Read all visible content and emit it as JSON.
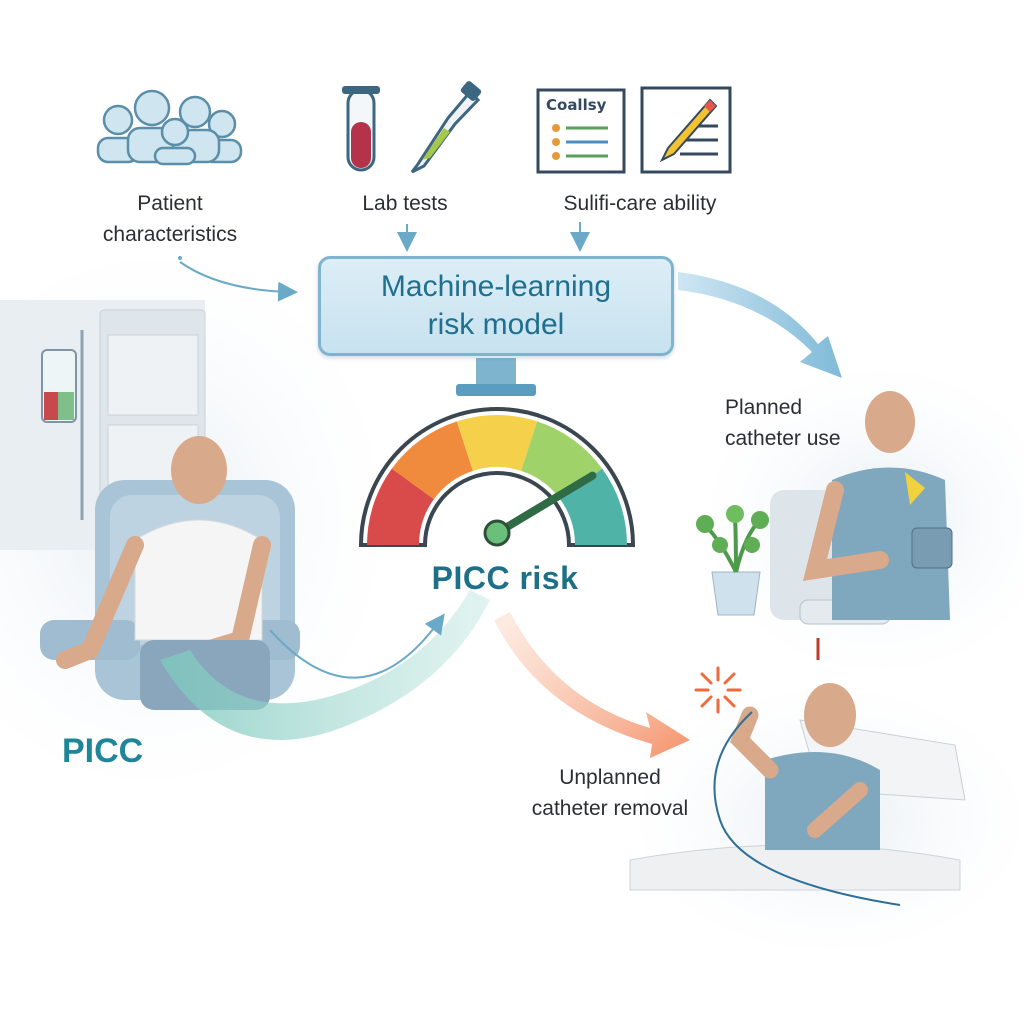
{
  "inputs": {
    "patient": {
      "line1": "Patient",
      "line2": "characteristics",
      "icon": "people-group-icon"
    },
    "lab": {
      "label": "Lab tests",
      "icon": "test-tube-icon"
    },
    "selfcare": {
      "label": "Sulifi-care ability",
      "doc_title": "Coallsy",
      "icon": "checklist-icon"
    }
  },
  "model": {
    "line1": "Machine-learning",
    "line2": "risk model",
    "icon": "monitor-icon"
  },
  "gauge": {
    "label": "PICC risk",
    "level": 0.8,
    "colors": [
      "#d94a4a",
      "#f08a3c",
      "#f5d04a",
      "#9fd36a",
      "#4fb3a7"
    ]
  },
  "picc": {
    "label": "PICC"
  },
  "outcomes": {
    "planned": {
      "line1": "Planned",
      "line2": "catheter use"
    },
    "unplanned": {
      "line1": "Unplanned",
      "line2": "catheter removal"
    }
  },
  "colors": {
    "accent": "#1e6f88",
    "arrow_blue": "#7fbad8",
    "arrow_teal": "#7cc8bd",
    "arrow_orange": "#f4926a"
  }
}
